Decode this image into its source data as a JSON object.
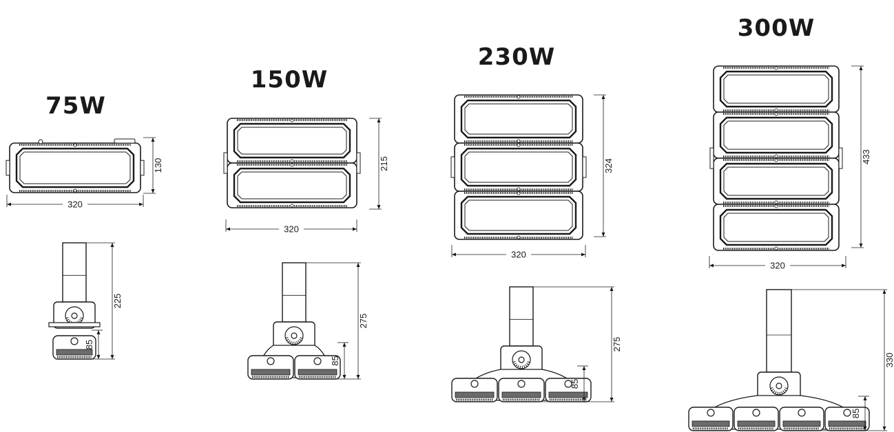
{
  "models": [
    {
      "title": "75W",
      "front": {
        "modules": 1,
        "width_label": "320",
        "height_label": "130"
      },
      "side": {
        "modules": 1,
        "total_label": "225",
        "base_label": "85"
      }
    },
    {
      "title": "150W",
      "front": {
        "modules": 2,
        "width_label": "320",
        "height_label": "215"
      },
      "side": {
        "modules": 2,
        "total_label": "275",
        "base_label": "85"
      }
    },
    {
      "title": "230W",
      "front": {
        "modules": 3,
        "width_label": "320",
        "height_label": "324"
      },
      "side": {
        "modules": 3,
        "total_label": "275",
        "base_label": "85"
      }
    },
    {
      "title": "300W",
      "front": {
        "modules": 4,
        "width_label": "320",
        "height_label": "433"
      },
      "side": {
        "modules": 4,
        "total_label": "330",
        "base_label": "85"
      }
    }
  ],
  "colors": {
    "line": "#1a1a1a",
    "fill": "#ffffff",
    "shade": "#6b6b6b"
  }
}
